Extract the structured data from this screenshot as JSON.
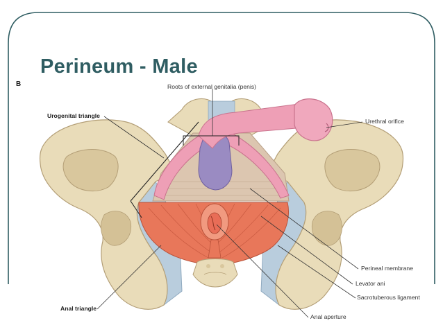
{
  "slide": {
    "title": "Perineum - Male",
    "panel_letter": "B"
  },
  "labels": {
    "roots_external_genitalia": "Roots of external genitalia (penis)",
    "urogenital_triangle": "Urogenital triangle",
    "urethral_orifice": "Urethral orifice",
    "perineal_membrane": "Perineal membrane",
    "levator_ani": "Levator ani",
    "sacrotuberous_ligament": "Sacrotuberous ligament",
    "anal_triangle": "Anal triangle",
    "anal_aperture": "Anal aperture"
  },
  "colors": {
    "title": "#2f5d62",
    "frame": "#2f5d62",
    "bone": "#e9dcb9",
    "bone_shadow": "#c9b58c",
    "ligament": "#b9cddd",
    "muscle": "#e8775a",
    "membrane": "#dcc6b0",
    "penis": "#ee9fb6",
    "bulb": "#9a8bc2"
  }
}
